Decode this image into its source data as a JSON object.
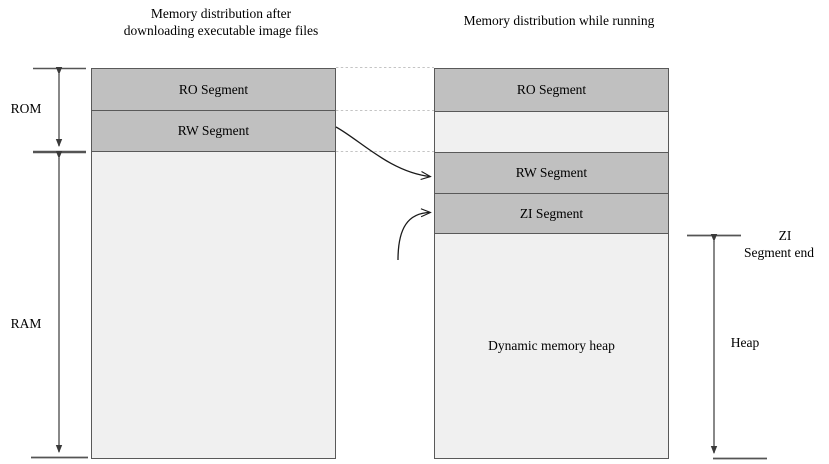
{
  "diagram": {
    "title_left": "Memory distribution after downloading executable image files",
    "title_right": "Memory distribution while running",
    "colors": {
      "segment_fill": "#c0c0c0",
      "empty_fill": "#f0f0f0",
      "border": "#595959",
      "guide_line": "#bfbfbf",
      "arrow": "#000000"
    },
    "left_column": {
      "name": "after-download",
      "segments": [
        {
          "key": "ro",
          "label": "RO Segment",
          "style": "dark"
        },
        {
          "key": "rw",
          "label": "RW Segment",
          "style": "dark"
        },
        {
          "key": "free",
          "label": "",
          "style": "light"
        }
      ]
    },
    "right_column": {
      "name": "while-running",
      "segments": [
        {
          "key": "ro",
          "label": "RO Segment",
          "style": "dark"
        },
        {
          "key": "gap",
          "label": "",
          "style": "light"
        },
        {
          "key": "rw",
          "label": "RW Segment",
          "style": "dark"
        },
        {
          "key": "zi",
          "label": "ZI Segment",
          "style": "dark"
        },
        {
          "key": "heap",
          "label": "Dynamic memory heap",
          "style": "light"
        }
      ]
    },
    "dimensions": {
      "rom": "ROM",
      "ram": "RAM",
      "zi_segment_end_line1": "ZI",
      "zi_segment_end_line2": "Segment end",
      "heap": "Heap"
    }
  }
}
